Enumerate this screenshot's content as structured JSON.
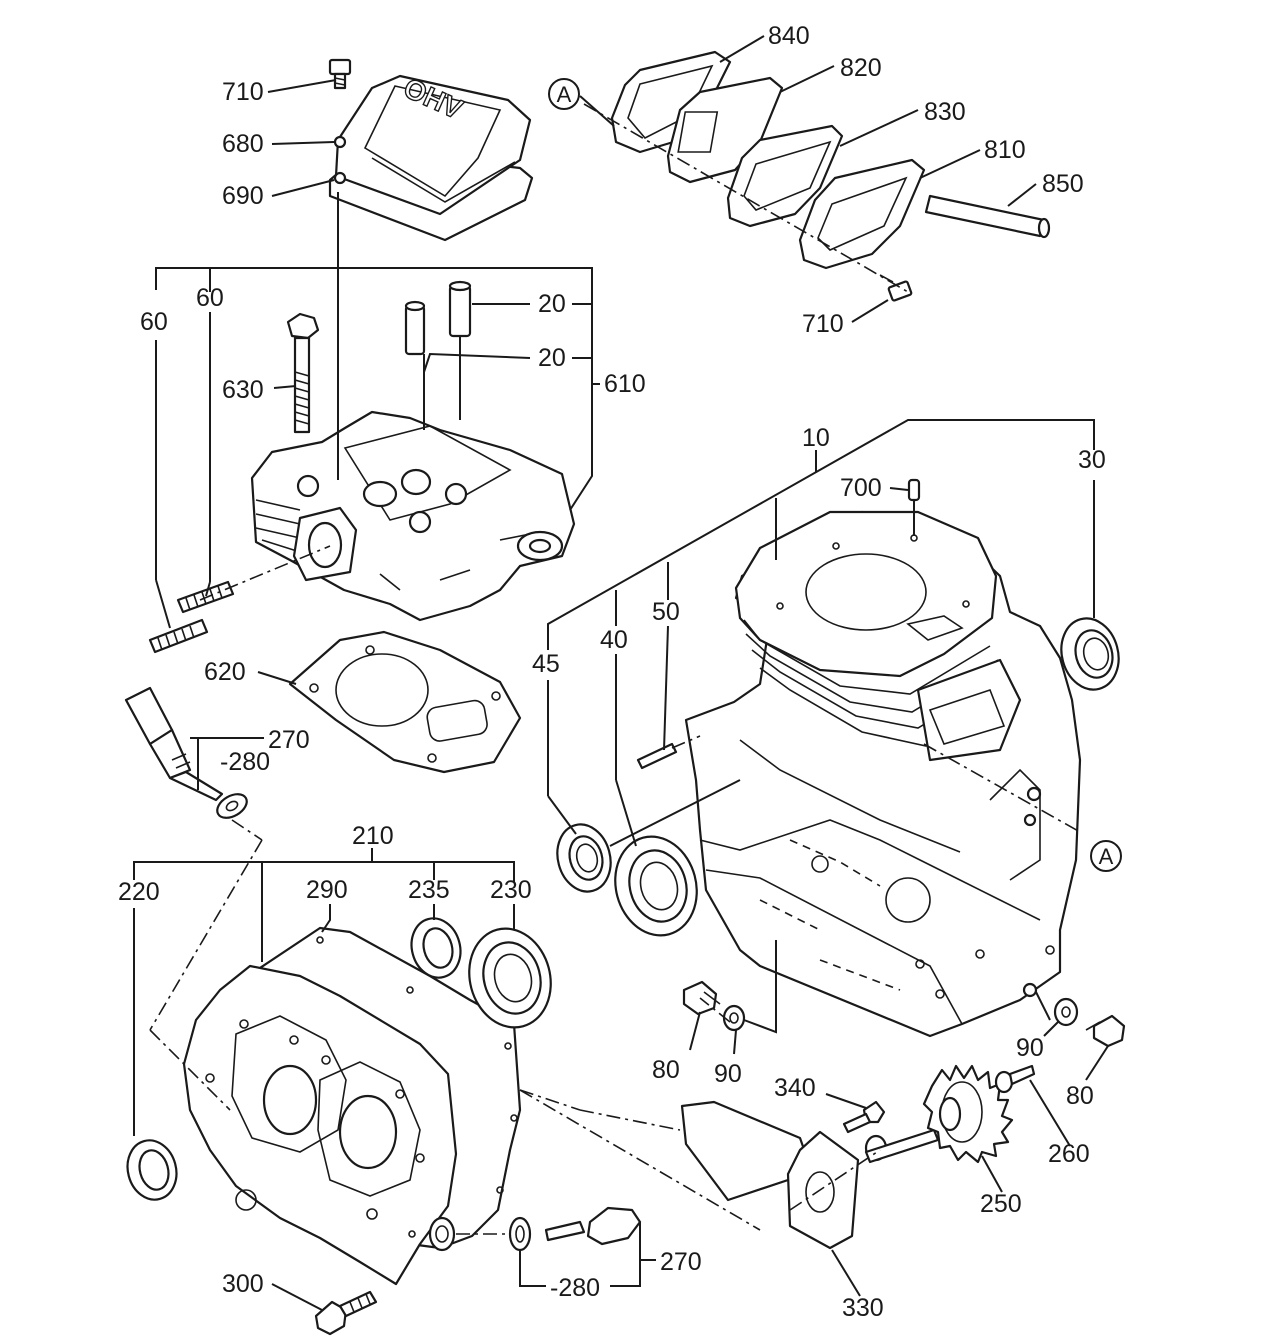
{
  "diagram": {
    "labels": {
      "p10": "10",
      "p20a": "20",
      "p20b": "20",
      "p30": "30",
      "p40": "40",
      "p45": "45",
      "p50": "50",
      "p60a": "60",
      "p60b": "60",
      "p80a": "80",
      "p80b": "80",
      "p90a": "90",
      "p90b": "90",
      "p210": "210",
      "p220": "220",
      "p230": "230",
      "p235": "235",
      "p250": "250",
      "p260": "260",
      "p270a": "270",
      "p270b": "270",
      "p280a": "-280",
      "p280b": "-280",
      "p290": "290",
      "p300": "300",
      "p330": "330",
      "p340": "340",
      "p610": "610",
      "p620": "620",
      "p630": "630",
      "p680": "680",
      "p690": "690",
      "p700": "700",
      "p710a": "710",
      "p710b": "710",
      "p810": "810",
      "p820": "820",
      "p830": "830",
      "p840": "840",
      "p850": "850"
    },
    "refs": {
      "ref_a_top": "A",
      "ref_a_right": "A"
    },
    "cover_text": "OHV"
  }
}
